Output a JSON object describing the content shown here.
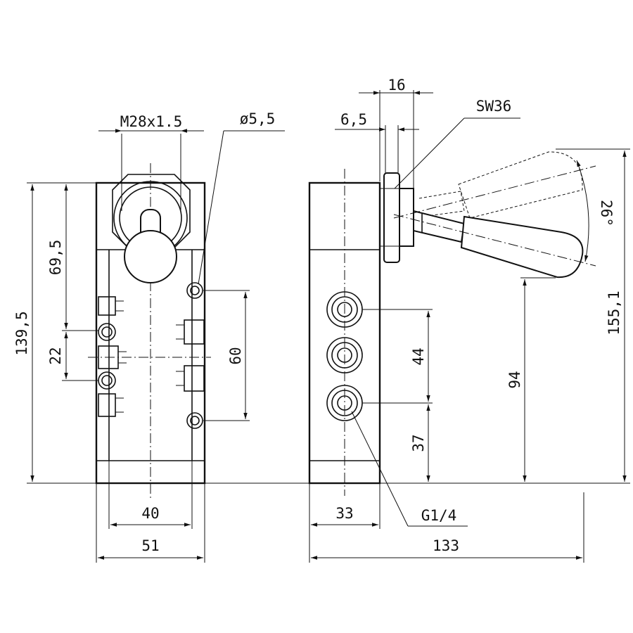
{
  "front_view": {
    "dims": {
      "thread": "M28x1.5",
      "hole_dia": "ø5,5",
      "upper_height": "69,5",
      "total_height": "139,5",
      "port_spacing": "22",
      "mount_spacing": "60",
      "mount_width": "40",
      "body_width": "51"
    }
  },
  "side_view": {
    "dims": {
      "nut_width": "16",
      "nut_thickness": "6,5",
      "wrench_size": "SW36",
      "lever_angle": "26°",
      "total_height": "155,1",
      "port_spacing": "44",
      "lever_height": "94",
      "port_bottom": "37",
      "body_depth": "33",
      "port_thread": "G1/4",
      "total_depth": "133"
    }
  }
}
